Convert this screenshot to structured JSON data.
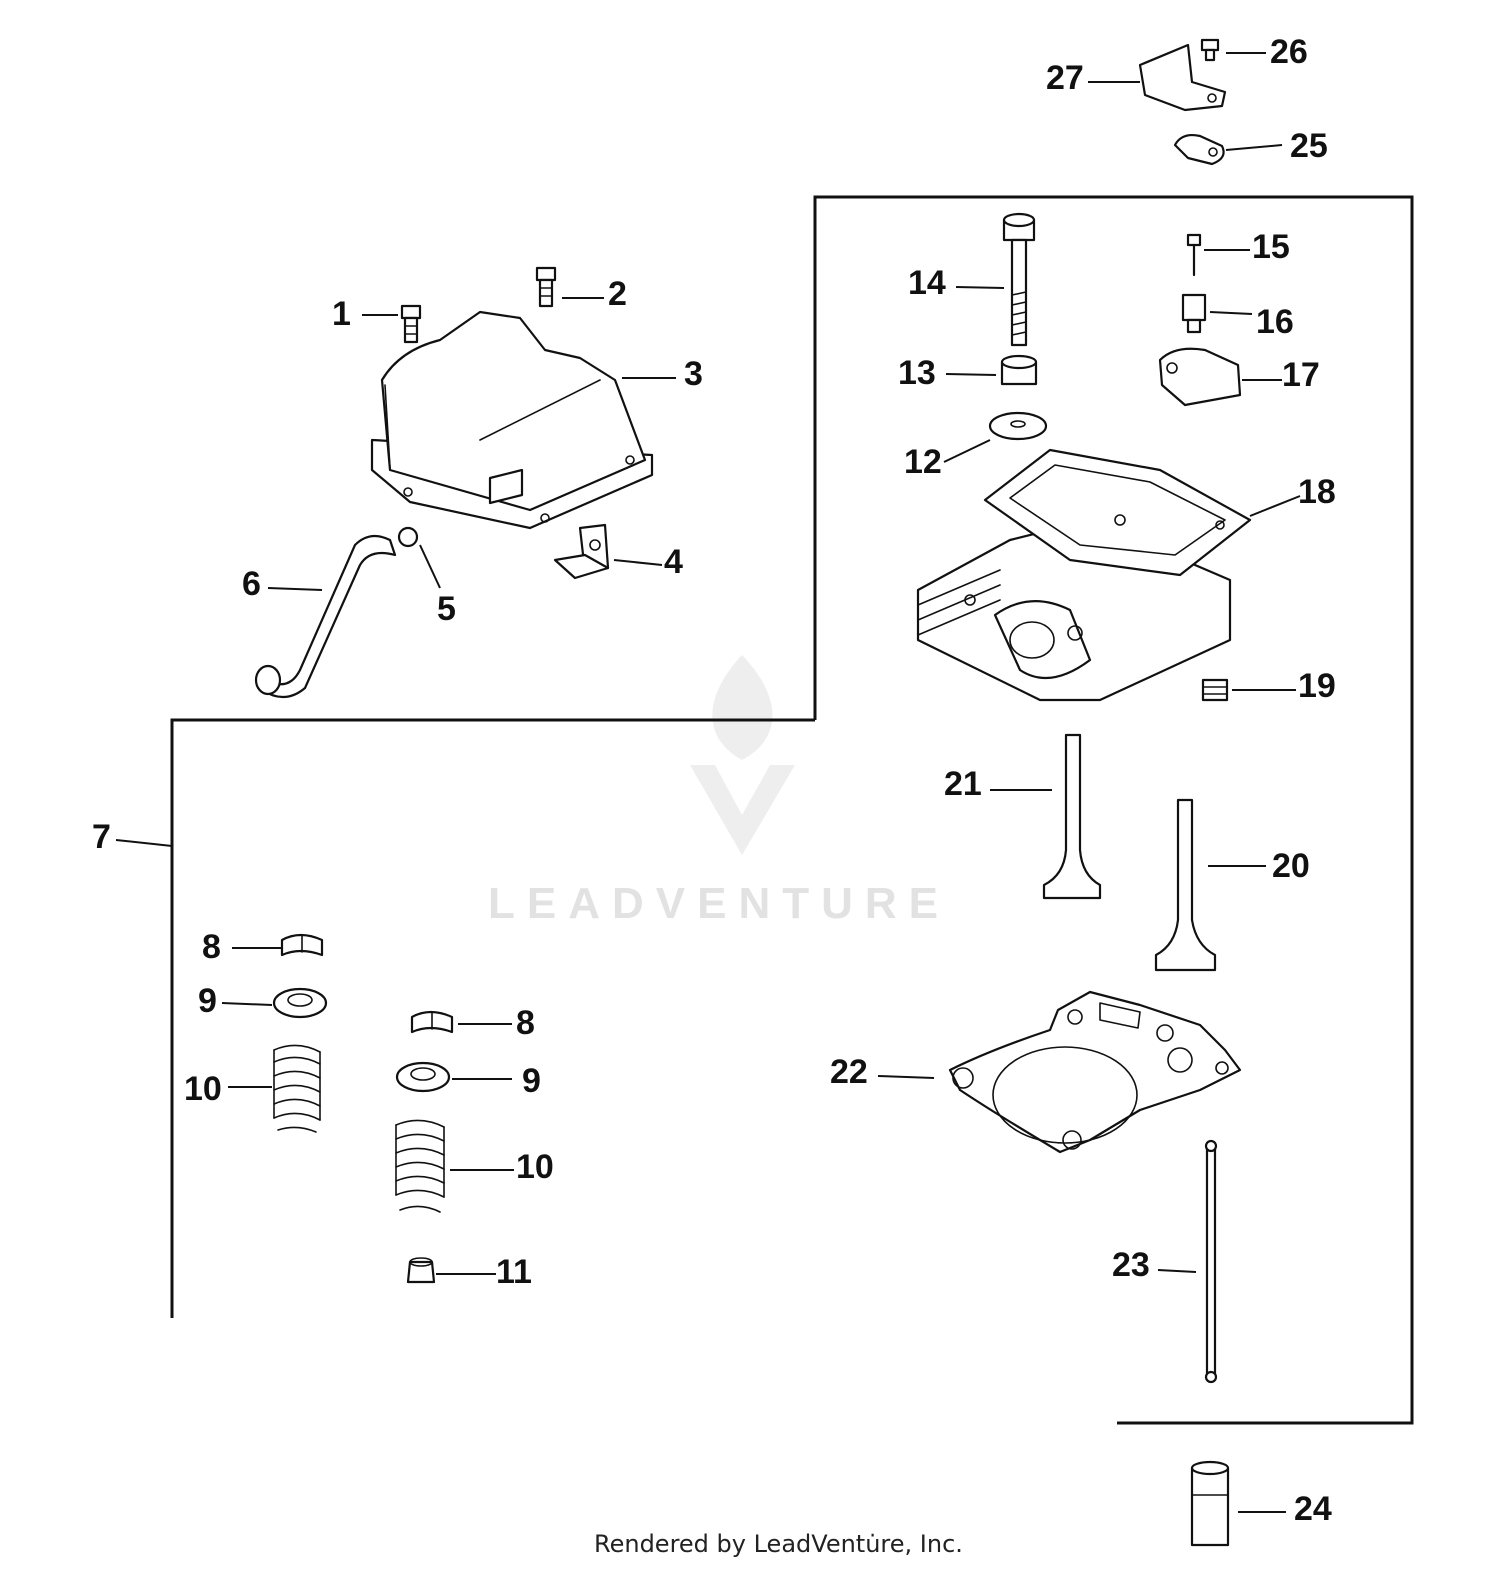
{
  "watermark": {
    "brand": "LEADVENTURE",
    "mark": "leadventure-flame-logo"
  },
  "footer": {
    "text": "Rendered by LeadVentu̇re, Inc."
  },
  "callouts": {
    "c1": "1",
    "c2": "2",
    "c3": "3",
    "c4": "4",
    "c5": "5",
    "c6": "6",
    "c7": "7",
    "c8a": "8",
    "c8b": "8",
    "c9a": "9",
    "c9b": "9",
    "c10a": "10",
    "c10b": "10",
    "c11": "11",
    "c12": "12",
    "c13": "13",
    "c14": "14",
    "c15": "15",
    "c16": "16",
    "c17": "17",
    "c18": "18",
    "c19": "19",
    "c20": "20",
    "c21": "21",
    "c22": "22",
    "c23": "23",
    "c24": "24",
    "c25": "25",
    "c26": "26",
    "c27": "27"
  },
  "colors": {
    "ink": "#111111",
    "watermark": "#e2e2e2",
    "background": "#ffffff"
  }
}
